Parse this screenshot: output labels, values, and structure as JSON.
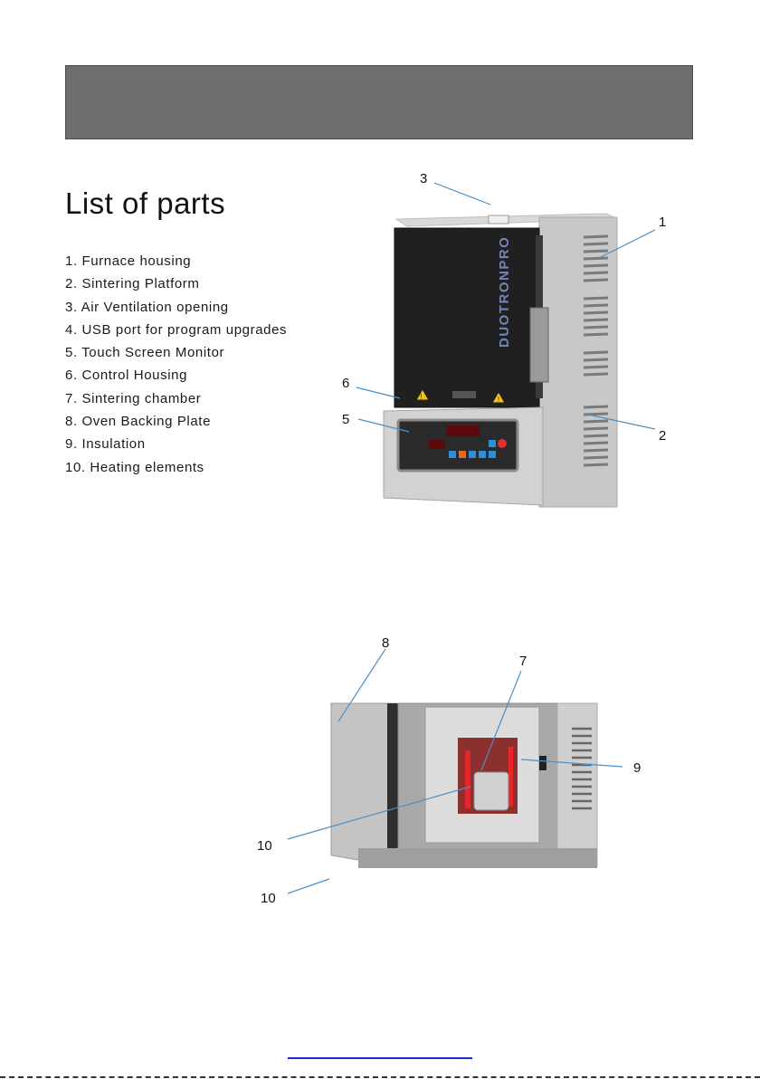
{
  "page": {
    "section_title": "List of parts"
  },
  "parts": [
    "1. Furnace housing",
    "2. Sintering Platform",
    "3. Air Ventilation opening",
    "4. USB port for program upgrades",
    "5. Touch Screen Monitor",
    "6. Control Housing",
    "7. Sintering chamber",
    "8. Oven Backing Plate",
    "9. Insulation",
    "10. Heating elements"
  ],
  "figure1": {
    "brand": "DUOTRONPRO",
    "callouts": {
      "c1": "1",
      "c2": "2",
      "c3": "3",
      "c5": "5",
      "c6": "6"
    },
    "icons": [
      "warning-icon",
      "warning-icon"
    ]
  },
  "figure2": {
    "callouts": {
      "c7": "7",
      "c8": "8",
      "c9": "9",
      "c10a": "10",
      "c10b": "10"
    }
  },
  "colors": {
    "header_band": "#6e6e6e",
    "door": "#202020",
    "housing": "#c9c9c9",
    "heating_glow": "#e8262a",
    "callout_line": "#4a90c8",
    "footer_link": "#1d2bd4"
  }
}
